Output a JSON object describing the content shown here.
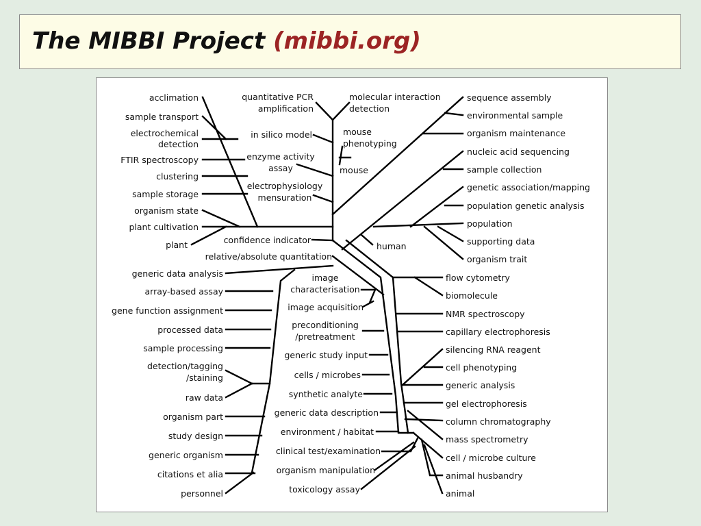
{
  "slide": {
    "title_main": "The MIBBI Project",
    "title_sub": "(mibbi.org)"
  },
  "diagram": {
    "labels_left": [
      "acclimation",
      "sample transport",
      "electrochemical",
      "detection",
      "FTIR spectroscopy",
      "clustering",
      "sample storage",
      "organism state",
      "plant cultivation",
      "plant",
      "generic data analysis",
      "array-based assay",
      "gene function assignment",
      "processed data",
      "sample processing",
      "detection/tagging",
      "/staining",
      "raw data",
      "organism part",
      "study design",
      "generic organism",
      "citations et alia",
      "personnel"
    ],
    "labels_center": [
      "quantitative PCR",
      "amplification",
      "molecular interaction",
      "detection",
      "in silico model",
      "mouse",
      "phenotyping",
      "enzyme activity",
      "assay",
      "mouse",
      "electrophysiology",
      "mensuration",
      "confidence indicator",
      "human",
      "relative/absolute quantitation",
      "image",
      "characterisation",
      "image acquisition",
      "preconditioning",
      "/pretreatment",
      "generic study input",
      "cells / microbes",
      "synthetic analyte",
      "generic data description",
      "environment / habitat",
      "clinical test/examination",
      "organism manipulation",
      "toxicology assay"
    ],
    "labels_right": [
      "sequence assembly",
      "environmental sample",
      "organism maintenance",
      "nucleic acid sequencing",
      "sample collection",
      "genetic association/mapping",
      "population genetic analysis",
      "population",
      "supporting data",
      "organism trait",
      "flow cytometry",
      "biomolecule",
      "NMR spectroscopy",
      "capillary electrophoresis",
      "silencing RNA reagent",
      "cell phenotyping",
      "generic analysis",
      "gel electrophoresis",
      "column chromatography",
      "mass spectrometry",
      "cell / microbe culture",
      "animal husbandry",
      "animal"
    ]
  }
}
